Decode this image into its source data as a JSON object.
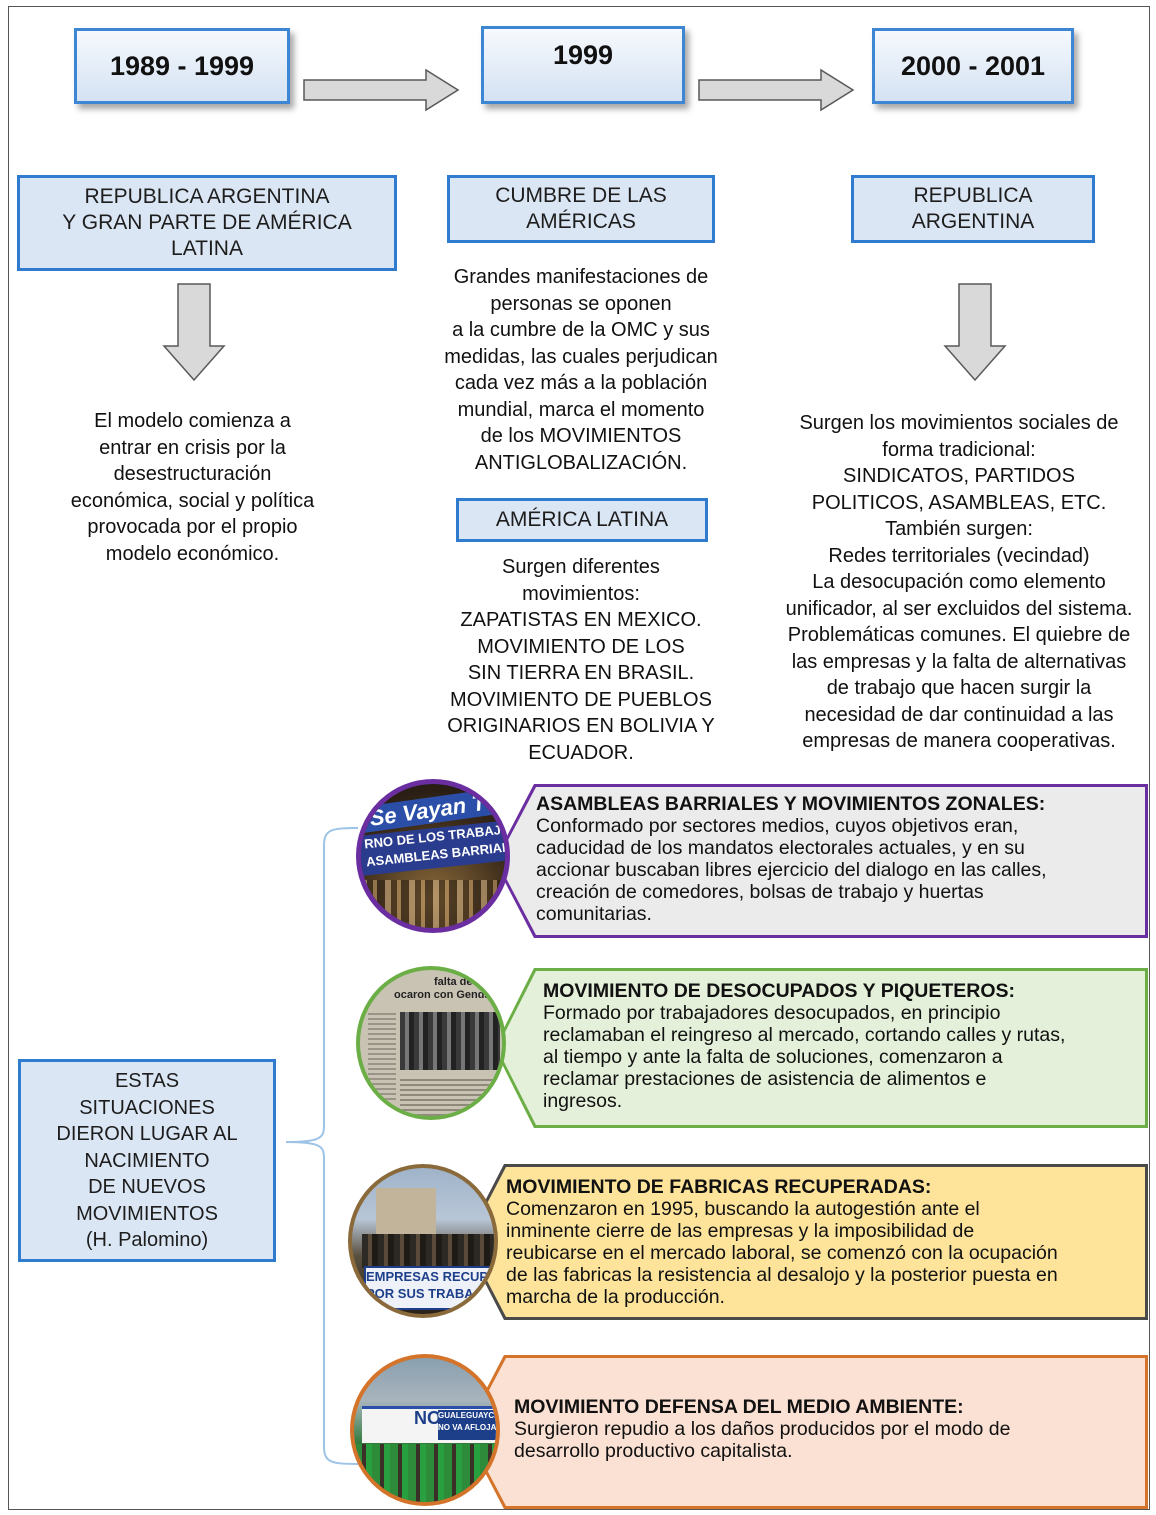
{
  "timeline": {
    "periods": [
      {
        "label": "1989 - 1999"
      },
      {
        "label": "1999"
      },
      {
        "label": "2000 - 2001"
      }
    ]
  },
  "regions": {
    "col1": [
      "REPUBLICA ARGENTINA",
      "Y GRAN PARTE DE AMÉRICA",
      "LATINA"
    ],
    "col2": [
      "CUMBRE DE LAS",
      "AMÉRICAS"
    ],
    "col2b": [
      "AMÉRICA LATINA"
    ],
    "col3": [
      "REPUBLICA",
      "ARGENTINA"
    ]
  },
  "texts": {
    "col1": [
      "El modelo comienza a",
      "entrar en crisis por la",
      "desestructuración",
      "económica, social y política",
      "provocada por el propio",
      "modelo económico."
    ],
    "col2": [
      "Grandes manifestaciones de",
      "personas se oponen",
      "a la cumbre de la OMC y sus",
      "medidas, las cuales perjudican",
      "cada vez más a la población",
      "mundial, marca el momento",
      "de los MOVIMIENTOS",
      "ANTIGLOBALIZACIÓN."
    ],
    "col2b": [
      "Surgen diferentes",
      "movimientos:",
      "ZAPATISTAS EN MEXICO.",
      "MOVIMIENTO DE LOS",
      "SIN TIERRA EN BRASIL.",
      "MOVIMIENTO DE PUEBLOS",
      "ORIGINARIOS EN BOLIVIA Y",
      "ECUADOR."
    ],
    "col3": [
      "Surgen los movimientos sociales de",
      "forma tradicional:",
      "SINDICATOS, PARTIDOS",
      "POLITICOS, ASAMBLEAS, ETC.",
      "También surgen:",
      "Redes territoriales (vecindad)",
      "La desocupación como elemento",
      "unificador, al ser excluidos del sistema.",
      "Problemáticas comunes. El quiebre de",
      "las empresas y la falta de  alternativas",
      "de trabajo que hacen surgir  la",
      "necesidad de dar continuidad a las",
      "empresas de manera cooperativas."
    ]
  },
  "summary": {
    "lines": [
      "ESTAS",
      "SITUACIONES",
      "DIERON LUGAR AL",
      "NACIMIENTO",
      "DE NUEVOS",
      "MOVIMIENTOS",
      "(H. Palomino)"
    ]
  },
  "movements": [
    {
      "title": "ASAMBLEAS BARRIALES Y MOVIMIENTOS ZONALES:",
      "lines": [
        "Conformado por sectores medios, cuyos objetivos eran,",
        "caducidad de los mandatos electorales actuales, y en su",
        "accionar buscaban libres ejercicio del dialogo en las calles,",
        "creación de comedores, bolsas de trabajo y huertas",
        "comunitarias."
      ],
      "photo_caption": [
        "Se Vayan Tod",
        "RNO DE LOS TRABAJAD",
        "ASAMBLEAS BARRIAL"
      ],
      "border_color": "#6a2ea0",
      "fill_color": "#ebebeb"
    },
    {
      "title": "MOVIMIENTO DE DESOCUPADOS Y PIQUETEROS:",
      "lines": [
        "Formado por trabajadores desocupados, en principio",
        "reclamaban el reingreso al mercado, cortando calles y rutas,",
        "al tiempo y ante la falta de soluciones, comenzaron a",
        "reclamar prestaciones de asistencia de alimentos e",
        "ingresos."
      ],
      "photo_caption": [
        "falta de",
        "ocaron con Gendarm"
      ],
      "border_color": "#6cae46",
      "fill_color": "#e4f0d9"
    },
    {
      "title": "MOVIMIENTO DE FABRICAS RECUPERADAS:",
      "lines": [
        "Comenzaron en 1995, buscando la autogestión ante el",
        "inminente cierre de las empresas y la imposibilidad de",
        "reubicarse en el mercado laboral, se comenzó con la ocupación",
        "de las fabricas la resistencia al desalojo y la posterior puesta en",
        "marcha de la producción."
      ],
      "photo_caption": [
        "EMPRESAS RECUPER",
        "POR SUS TRABAJAD"
      ],
      "border_color": "#4a4a4a",
      "fill_color": "#fde49a"
    },
    {
      "title": "MOVIMIENTO DEFENSA DEL MEDIO AMBIENTE:",
      "lines": [
        "Surgieron repudio a los daños producidos por el modo de",
        "desarrollo productivo capitalista."
      ],
      "photo_caption": [
        "NO",
        "GUALEGUAYCHU",
        "NO VA AFLOJAR"
      ],
      "border_color": "#d4732a",
      "fill_color": "#fbe1d3"
    }
  ],
  "colors": {
    "box_border": "#2f7bd0",
    "box_fill": "#dbe6f4",
    "arrow_fill": "#d9d9d9",
    "arrow_stroke": "#595959",
    "bracket": "#9dc3e6"
  }
}
